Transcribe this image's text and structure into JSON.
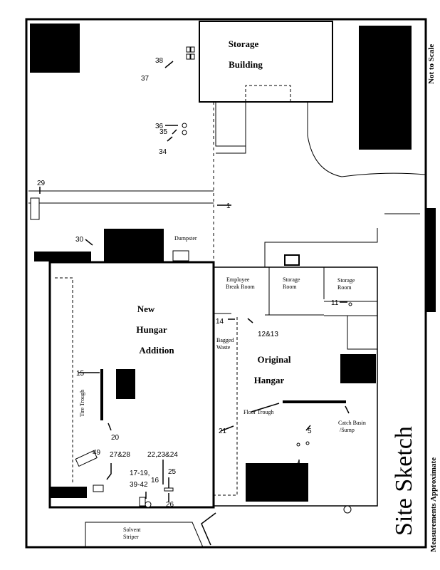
{
  "title": "Site Sketch",
  "scale_note": "Not to Scale",
  "measurement_note": "Measurements Approximate",
  "buildings": {
    "storage_building": [
      "Storage",
      "Building"
    ],
    "new_hangar": [
      "New",
      "Hungar",
      "Addition"
    ],
    "original_hangar": [
      "Original",
      "Hangar"
    ],
    "employee_break_room": [
      "Employee",
      "Break Room"
    ],
    "storage_room_1": [
      "Storage",
      "Room"
    ],
    "storage_room_2": [
      "Storage",
      "Room"
    ]
  },
  "features": {
    "dumpster": "Dumpster",
    "bagged_waste": [
      "Bagged",
      "Waste"
    ],
    "floor_trough": "Floor Trough",
    "catch_basin": [
      "Catch Basin",
      "/Sump"
    ],
    "tire_trough": "Tire Trough",
    "solvent_striper": [
      "Solvent",
      "Striper"
    ]
  },
  "sample_points": [
    "1",
    "4",
    "5",
    "11",
    "12&13",
    "14",
    "15",
    "16",
    "17-19,",
    "39-42",
    "20",
    "21",
    "22,23&24",
    "25",
    "26",
    "27&28",
    "29",
    "30",
    "34",
    "35",
    "36",
    "37",
    "38",
    "49"
  ]
}
